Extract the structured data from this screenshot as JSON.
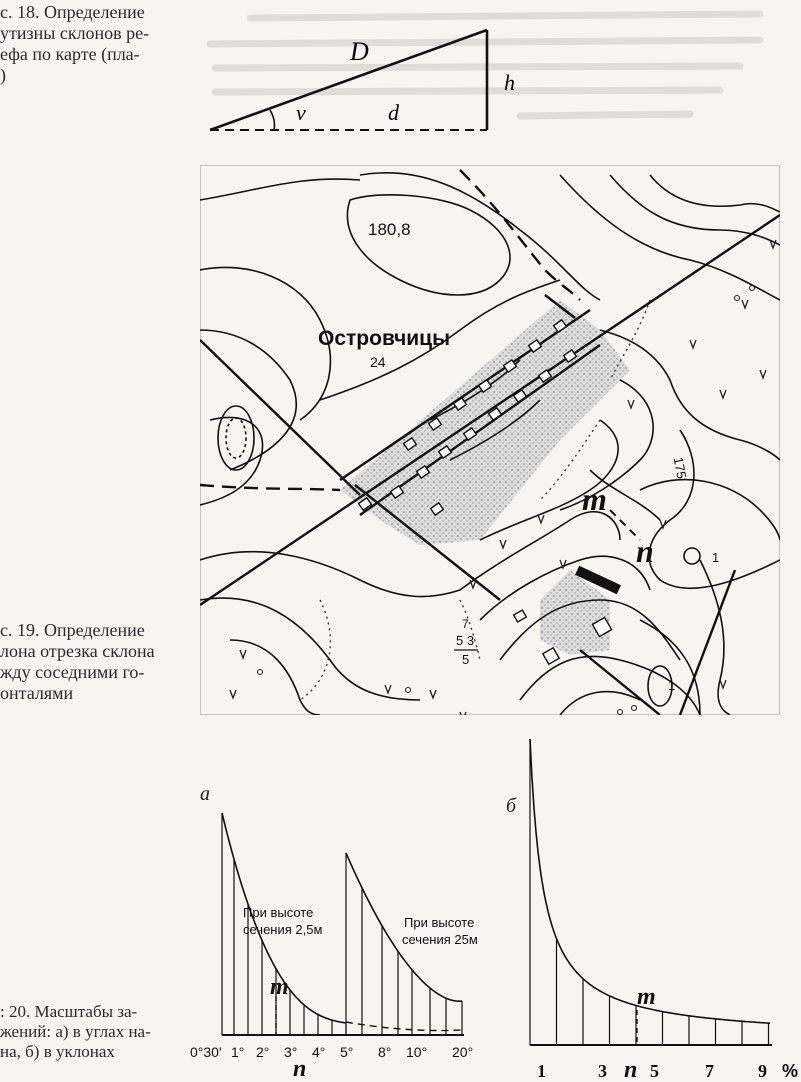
{
  "captions": {
    "fig18": "с. 18. Определение\nутизны склонов ре-\nефа по карте (пла-\n)",
    "fig19": "с. 19. Определение\nлона отрезка склона\nжду соседними го-\nонталями",
    "fig20": ": 20. Масштабы за-\nжений: а) в углах на-\nна, б) в уклонах"
  },
  "triangle": {
    "hyp": "D",
    "height": "h",
    "base": "d",
    "angle": "v"
  },
  "map": {
    "village": "Островчицы",
    "village_num": "24",
    "elevation": "180,8",
    "contour_175": "175",
    "m": "m",
    "n": "n",
    "one_a": "1",
    "one_b": "1",
    "frac_top": "5 3",
    "frac_bottom": "5",
    "frac_left": "7"
  },
  "scale_a": {
    "panel": "а",
    "note1_l1": "При высоте",
    "note1_l2": "сечения 2,5м",
    "note2_l1": "При высоте",
    "note2_l2": "сечения 25м",
    "m": "m",
    "n": "n",
    "ticks": [
      "0°30'",
      "1°",
      "2°",
      "3°",
      "4°",
      "5°",
      "8°",
      "10°",
      "20°"
    ]
  },
  "scale_b": {
    "panel": "б",
    "m": "m",
    "n": "n",
    "ticks": [
      "1",
      "3",
      "5",
      "7",
      "9"
    ],
    "unit": "%"
  }
}
